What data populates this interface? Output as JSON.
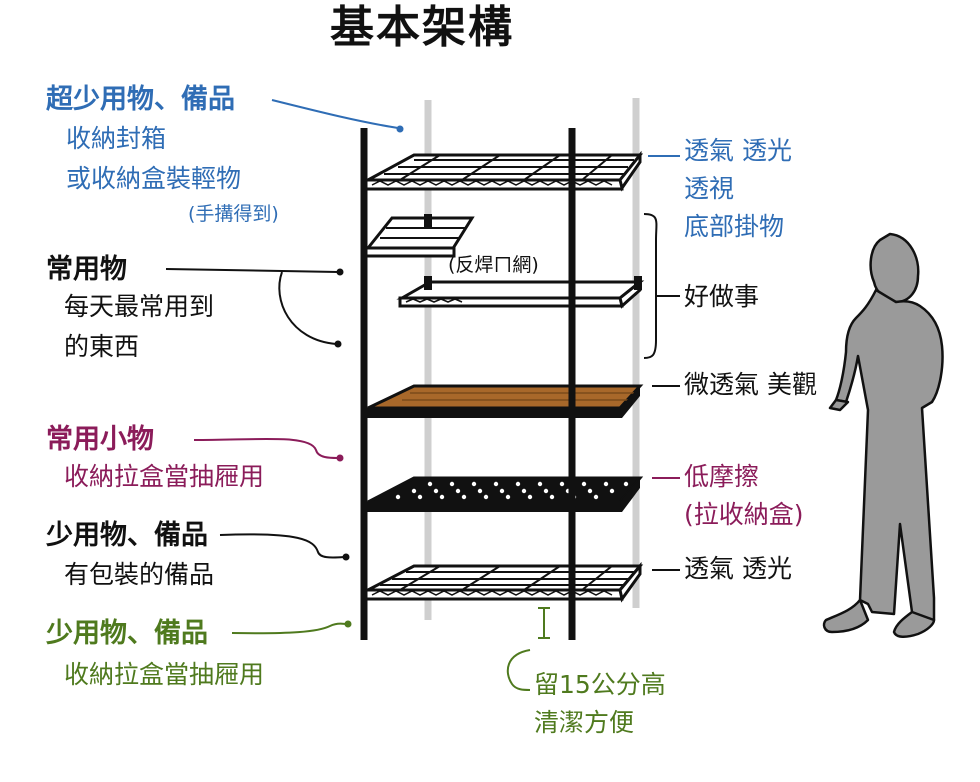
{
  "title": "基本架構",
  "left_labels": {
    "top_heading": "超少用物、備品",
    "top_line1": "收納封箱",
    "top_line2": "或收納盒裝輕物",
    "top_note": "(手搆得到)",
    "common_heading": "常用物",
    "common_line1": "每天最常用到",
    "common_line2": "的東西",
    "small_heading": "常用小物",
    "small_line1": "收納拉盒當抽屜用",
    "rare_heading": "少用物、備品",
    "rare_line1": "有包裝的備品",
    "rare2_heading": "少用物、備品",
    "rare2_line1": "收納拉盒當抽屜用"
  },
  "center_note": "(反焊ㄇ網)",
  "right_labels": {
    "top_line1": "透氣 透光",
    "top_line2": "透視",
    "top_line3": "底部掛物",
    "hang": "好做事",
    "wood": "微透氣 美觀",
    "mesh_line1": "低摩擦",
    "mesh_line2": "(拉收納盒)",
    "bottom": "透氣 透光",
    "floor_line1": "留15公分高",
    "floor_line2": "清潔方便"
  },
  "colors": {
    "blue": "#2f6db5",
    "purple": "#8b1c5a",
    "green": "#4f7a1e",
    "wood": "#a8682a",
    "pole_back": "#cfcfcf",
    "person": "#9a9a9a"
  }
}
